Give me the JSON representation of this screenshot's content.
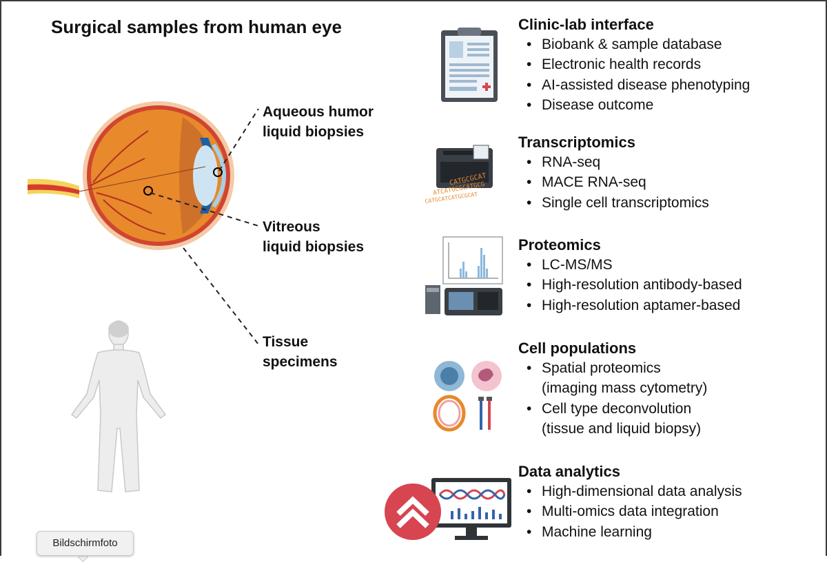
{
  "title": "Surgical samples from human eye",
  "eye_labels": {
    "aqueous": [
      "Aqueous humor",
      "liquid biopsies"
    ],
    "vitreous": [
      "Vitreous",
      "liquid biopsies"
    ],
    "tissue": [
      "Tissue",
      "specimens"
    ]
  },
  "sections": [
    {
      "heading": "Clinic-lab interface",
      "icon": "clipboard-icon",
      "items": [
        "Biobank & sample database",
        "Electronic health records",
        "AI-assisted disease phenotyping",
        "Disease outcome"
      ]
    },
    {
      "heading": "Transcriptomics",
      "icon": "sequencer-icon",
      "items": [
        "RNA-seq",
        "MACE RNA-seq",
        "Single cell transcriptomics"
      ],
      "dna_text": [
        "CATGCGCAT",
        "ATCATGCGCATGCG",
        "CATGCATCATGCGCAT"
      ]
    },
    {
      "heading": "Proteomics",
      "icon": "mass-spectrometer-icon",
      "items": [
        "LC-MS/MS",
        "High-resolution antibody-based",
        "High-resolution aptamer-based"
      ]
    },
    {
      "heading": "Cell populations",
      "icon": "cells-icon",
      "items": [
        "Spatial proteomics",
        "(imaging mass cytometry)",
        "Cell type deconvolution",
        "(tissue and liquid biopsy)"
      ]
    },
    {
      "heading": "Data analytics",
      "icon": "monitor-icon",
      "items": [
        "High-dimensional data analysis",
        "Multi-omics data integration",
        "Machine learning"
      ]
    }
  ],
  "tooltip": "Bildschirmfoto",
  "colors": {
    "accent_red": "#d64550",
    "sclera_orange": "#e8892c",
    "cornea_blue": "#a8cfe8"
  }
}
